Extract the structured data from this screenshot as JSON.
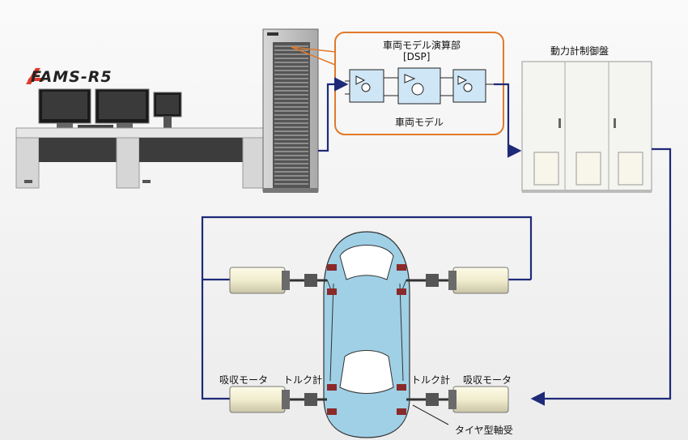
{
  "brand": {
    "name": "FAMS-R5",
    "accent": "#e23a2a"
  },
  "dsp_box": {
    "title": "車両モデル演算部",
    "subtitle": "[DSP]",
    "caption": "車両モデル",
    "border_color": "#e07a2a"
  },
  "control_panel": {
    "label": "動力計制御盤"
  },
  "dynamometer_labels": {
    "absorb_motor_left": "吸収モータ",
    "torque_meter_left": "トルク計",
    "torque_meter_right": "トルク計",
    "absorb_motor_right": "吸収モータ",
    "tire_bearing": "タイヤ型軸受"
  },
  "colors": {
    "wire": "#1e2a78",
    "car_body": "#9fd0e6",
    "wheel": "#8a2a2a"
  }
}
